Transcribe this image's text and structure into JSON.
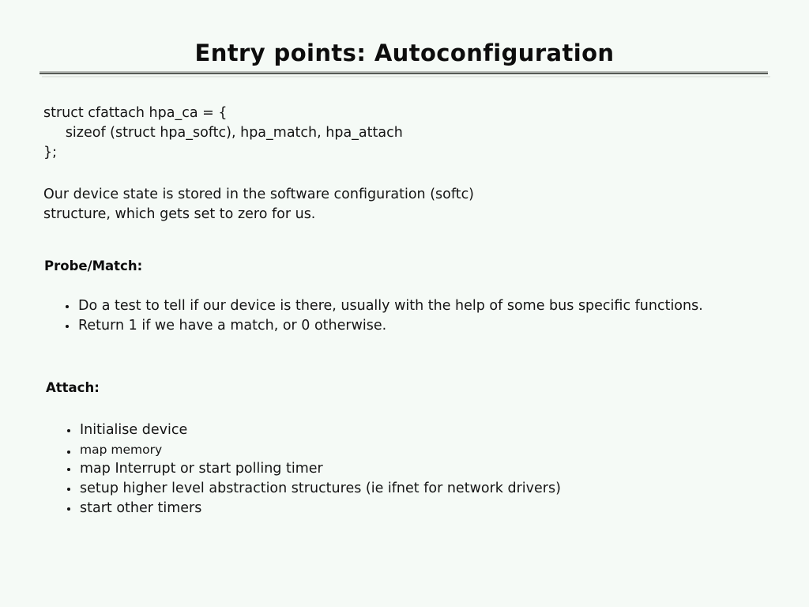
{
  "slide": {
    "title": "Entry points: Autoconfiguration",
    "code_block": "struct cfattach hpa_ca = {\n     sizeof (struct hpa_softc), hpa_match, hpa_attach\n};",
    "paragraph": [
      "Our device state is stored in the software configuration (softc)",
      "structure, which gets set to zero for us."
    ],
    "sections": [
      {
        "heading": "Probe/Match:",
        "bullets": [
          "Do a test to tell if our device is there, usually with the help of some bus specific functions.",
          "Return 1 if we have a match, or 0 otherwise."
        ]
      },
      {
        "heading": "Attach:",
        "bullets": [
          "Initialise device",
          "map memory",
          "map Interrupt or start polling timer",
          "setup higher level abstraction structures (ie ifnet for network drivers)",
          "start other timers"
        ]
      }
    ],
    "colors": {
      "background": "#f5faf6",
      "text": "#141414",
      "rule": "#565b56",
      "rule_highlight": "#b9bdb9"
    }
  }
}
